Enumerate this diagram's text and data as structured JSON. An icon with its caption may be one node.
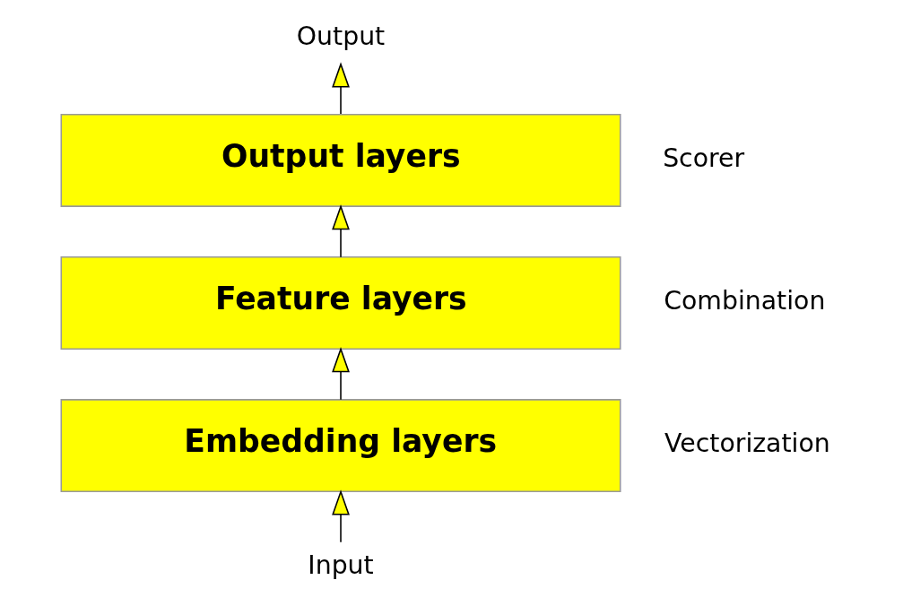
{
  "diagram": {
    "nodes": [
      {
        "text": [
          "Output"
        ]
      },
      {
        "text": [
          "Output layers"
        ],
        "beside": [
          "Scorer"
        ]
      },
      {
        "text": [
          "Feature layers"
        ],
        "beside": [
          "Combination"
        ]
      },
      {
        "text": [
          "Embedding layers"
        ],
        "beside": [
          "Vectorization"
        ]
      },
      {
        "text": [
          "Input"
        ]
      }
    ],
    "edges": [
      {
        "from": 4,
        "to": 3,
        "arrow": "to"
      },
      {
        "from": 3,
        "to": 2,
        "arrow": "to"
      },
      {
        "from": 2,
        "to": 1,
        "arrow": "to"
      },
      {
        "from": 1,
        "to": 0,
        "arrow": "to"
      }
    ]
  }
}
